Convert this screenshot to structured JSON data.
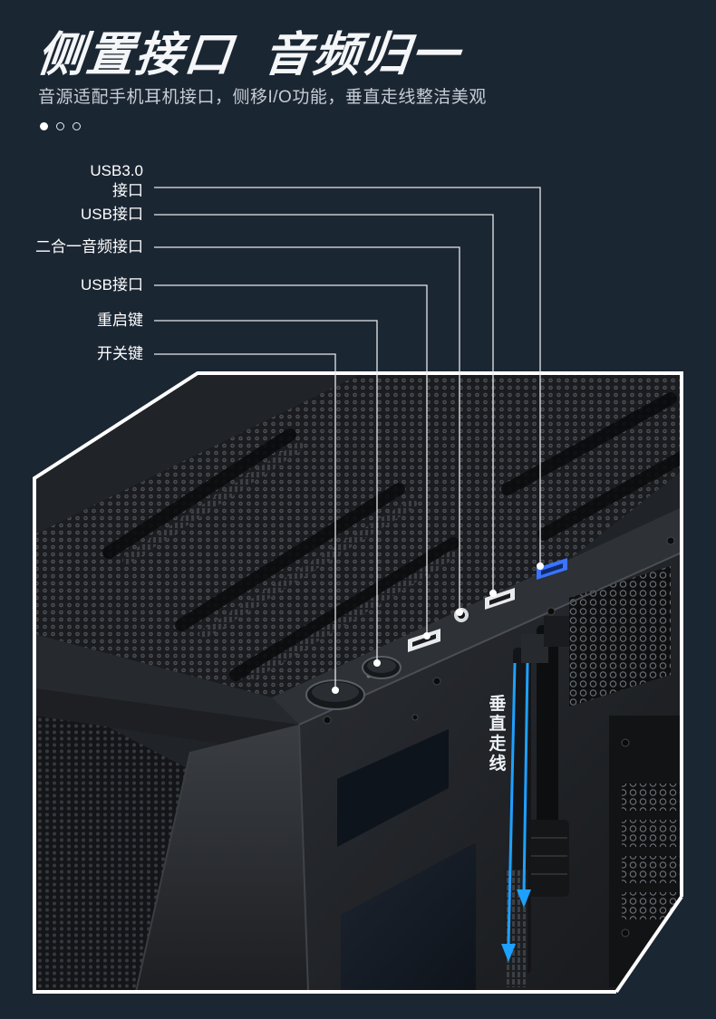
{
  "header": {
    "title_part1": "侧置接口",
    "title_part2": "音频归一",
    "subtitle": "音源适配手机耳机接口，侧移I/O功能，垂直走线整洁美观"
  },
  "carousel": {
    "total": 3,
    "active_index": 0
  },
  "callouts": [
    {
      "line1": "USB3.0",
      "line2": "接口"
    },
    {
      "line1": "USB接口"
    },
    {
      "line1": "二合一音频接口"
    },
    {
      "line1": "USB接口"
    },
    {
      "line1": "重启键"
    },
    {
      "line1": "开关键"
    }
  ],
  "cable_annotation": {
    "chars": [
      "垂",
      "直",
      "走",
      "线"
    ]
  },
  "colors": {
    "background": "#1b2633",
    "frame": "#ffffff",
    "leader_line": "#e6e9ec",
    "usb3_blue": "#3a74ff",
    "cable_arrow": "#1ea0ff"
  }
}
